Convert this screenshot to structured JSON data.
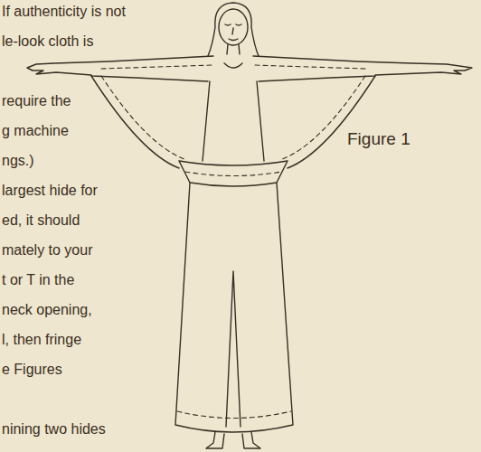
{
  "diagram": {
    "labels": [
      "If authenticity is not",
      "le-look cloth is",
      "require the",
      "g machine",
      "ngs.)",
      "largest hide for",
      "ed, it should",
      "mately to your",
      "t or T in the",
      "neck opening,",
      "l, then fringe",
      "e Figures",
      "nining two hides",
      "Figure 1"
    ]
  }
}
